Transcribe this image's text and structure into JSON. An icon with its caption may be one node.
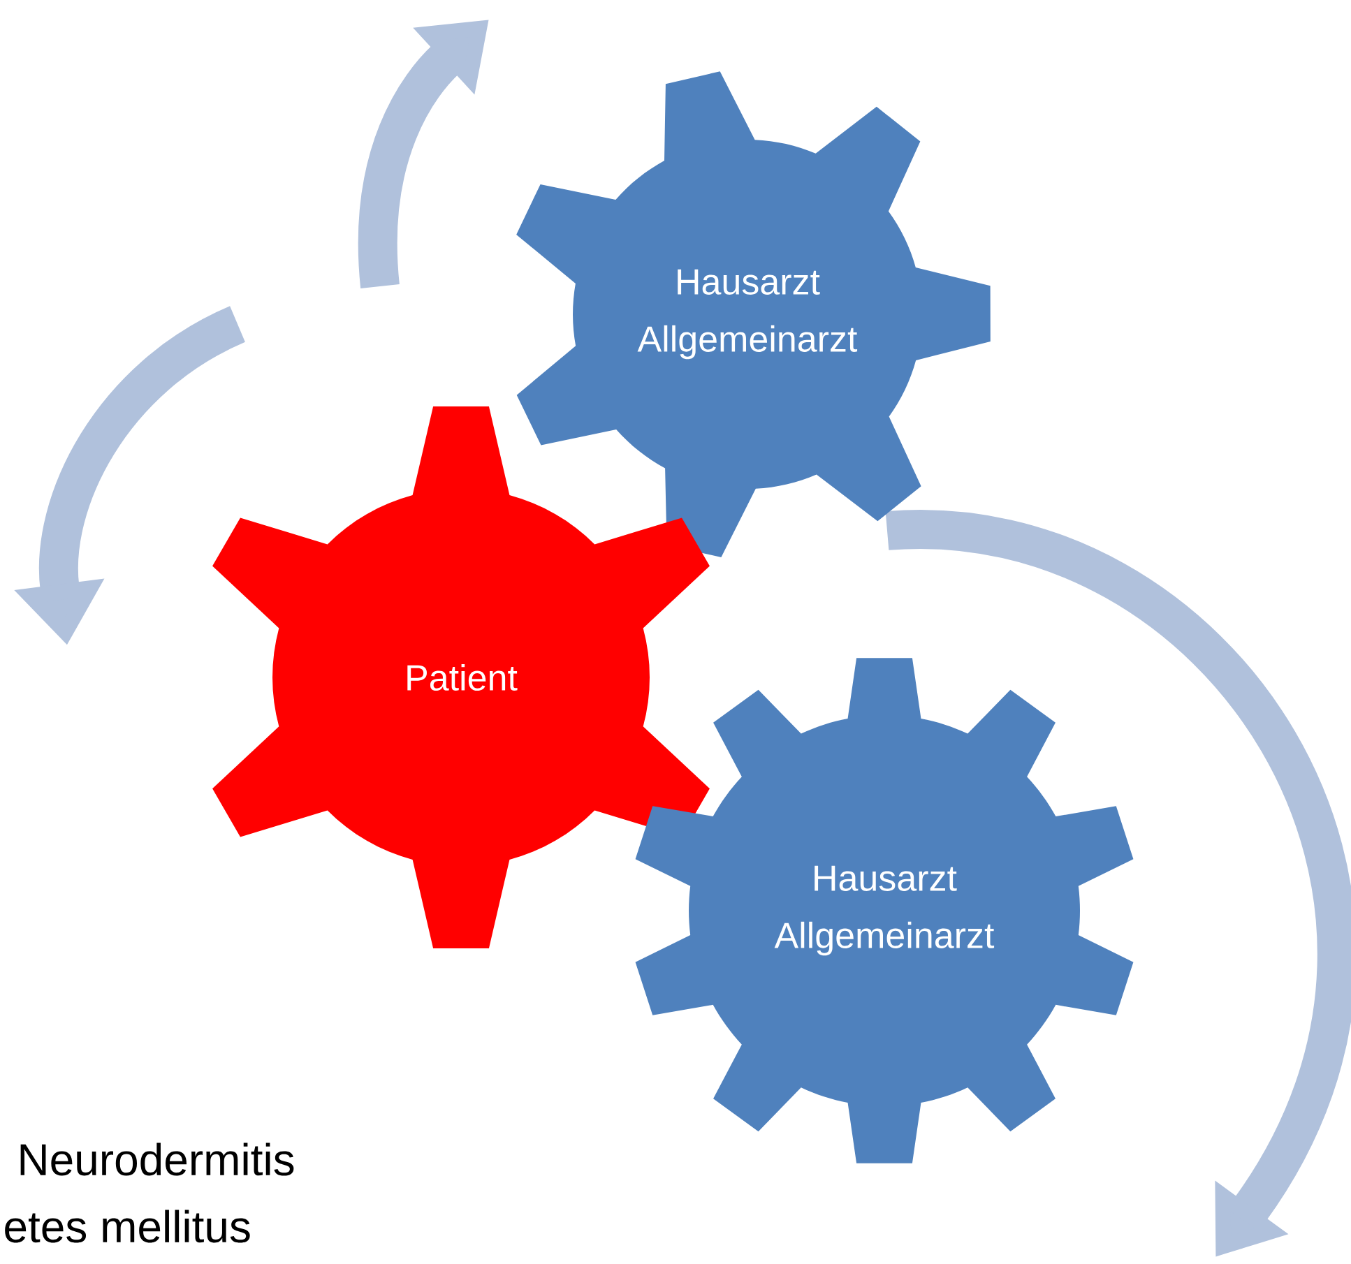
{
  "diagram": {
    "nodes": [
      {
        "text": [
          "Hausarzt Allgemeinarzt"
        ]
      },
      {
        "text": [
          "Patient"
        ]
      },
      {
        "text": [
          "Hausarzt Allgemeinarzt"
        ]
      }
    ],
    "labels": [
      "Neurodermitis",
      "etes mellitus"
    ]
  }
}
